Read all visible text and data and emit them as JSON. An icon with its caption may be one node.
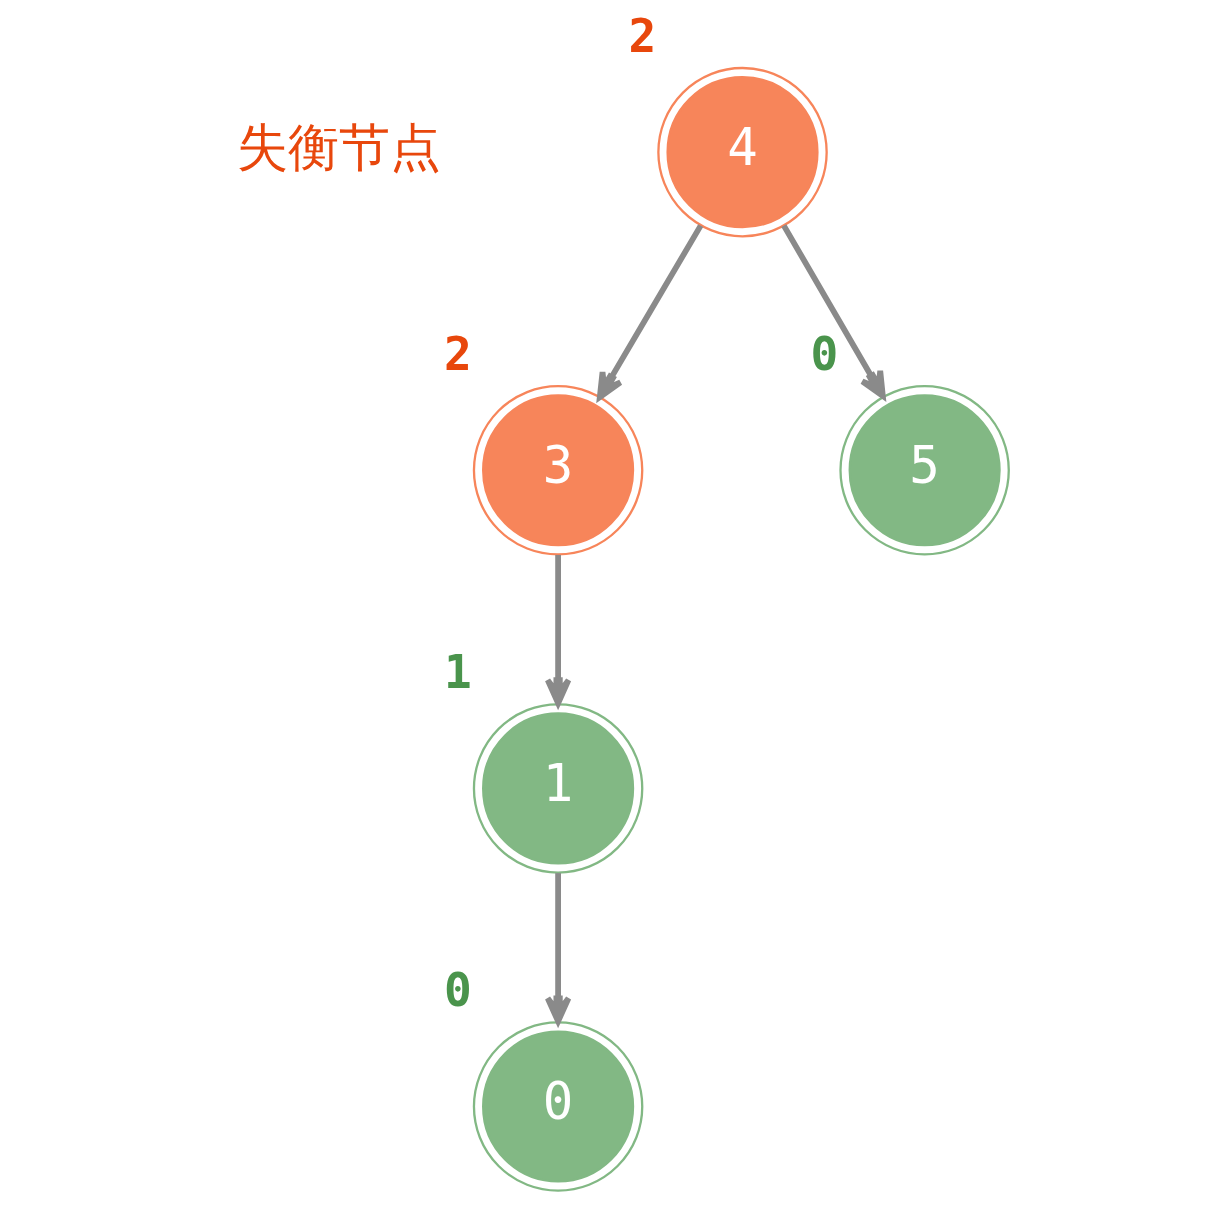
{
  "diagram": {
    "nodes": [
      {
        "text": [
          "4"
        ],
        "beside": [
          "2"
        ]
      },
      {
        "text": [
          "3"
        ],
        "beside": [
          "2"
        ]
      },
      {
        "text": [
          "5"
        ],
        "beside": [
          "0"
        ]
      },
      {
        "text": [
          "1"
        ],
        "beside": [
          "1"
        ]
      },
      {
        "text": [
          "0"
        ],
        "beside": [
          "0"
        ]
      }
    ],
    "edges": [
      {
        "from": 0,
        "to": 1,
        "arrow": "to"
      },
      {
        "from": 0,
        "to": 2,
        "arrow": "to"
      },
      {
        "from": 1,
        "to": 3,
        "arrow": "to"
      },
      {
        "from": 3,
        "to": 4,
        "arrow": "to"
      }
    ],
    "labels": [
      "失衡节点"
    ]
  }
}
